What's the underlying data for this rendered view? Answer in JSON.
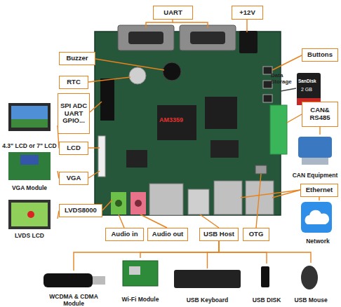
{
  "diagram": {
    "nodes": [
      {
        "text": [
          "UART"
        ]
      },
      {
        "text": [
          "+12V"
        ]
      },
      {
        "text": [
          "Buzzer"
        ]
      },
      {
        "text": [
          "Buttons"
        ]
      },
      {
        "text": [
          "RTC"
        ]
      },
      {
        "text": [
          "SPI ADC UART GPIO..."
        ]
      },
      {
        "text": [
          "CAN& RS485"
        ]
      },
      {
        "text": [
          "4.3\" LCD or 7\" LCD"
        ]
      },
      {
        "text": [
          "LCD"
        ]
      },
      {
        "text": [
          "CAN Equipment"
        ]
      },
      {
        "text": [
          "VGA Module"
        ]
      },
      {
        "text": [
          "VGA"
        ]
      },
      {
        "text": [
          "Ethernet"
        ]
      },
      {
        "text": [
          "LVDS LCD"
        ]
      },
      {
        "text": [
          "LVDS8000"
        ]
      },
      {
        "text": [
          "Network"
        ]
      },
      {
        "text": [
          "Audio in"
        ]
      },
      {
        "text": [
          "Audio out"
        ]
      },
      {
        "text": [
          "USB Host"
        ]
      },
      {
        "text": [
          "OTG"
        ]
      },
      {
        "text": [
          "WCDMA & CDMA Module"
        ]
      },
      {
        "text": [
          "Wi-Fi Module"
        ]
      },
      {
        "text": [
          "USB Keyboard"
        ]
      },
      {
        "text": [
          "USB DISK"
        ]
      },
      {
        "text": [
          "USB Mouse"
        ]
      }
    ],
    "edges": [
      {
        "from": 8,
        "to": 7,
        "arrow": "none"
      },
      {
        "from": 11,
        "to": 10,
        "arrow": "none"
      },
      {
        "from": 14,
        "to": 13,
        "arrow": "none"
      },
      {
        "from": 6,
        "to": 9,
        "arrow": "none"
      },
      {
        "from": 12,
        "to": 15,
        "arrow": "none"
      },
      {
        "from": 18,
        "to": 20,
        "arrow": "none"
      },
      {
        "from": 18,
        "to": 21,
        "arrow": "none"
      },
      {
        "from": 18,
        "to": 22,
        "arrow": "none"
      },
      {
        "from": 18,
        "to": 23,
        "arrow": "none"
      },
      {
        "from": 18,
        "to": 24,
        "arrow": "none"
      }
    ],
    "labels": [
      "AM3359",
      "Data Storage",
      "SanDisk",
      "2 GB"
    ]
  }
}
